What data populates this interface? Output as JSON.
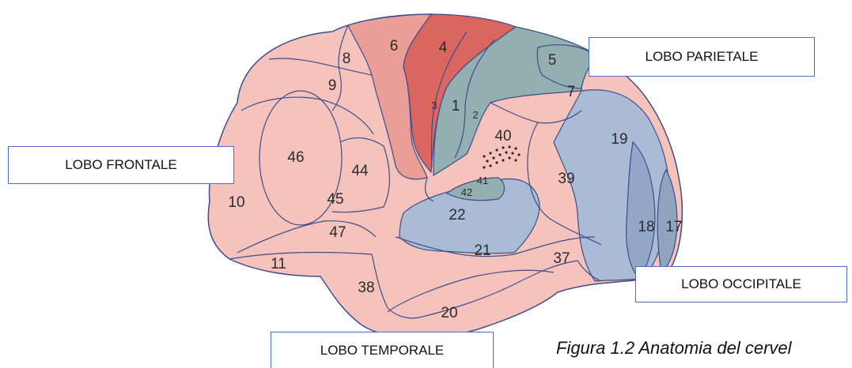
{
  "labels": {
    "frontal": "LOBO FRONTALE",
    "parietal": "LOBO PARIETALE",
    "occipital": "LOBO OCCIPITALE",
    "temporal": "LOBO TEMPORALE"
  },
  "caption": "Figura 1.2 Anatomia del cervel",
  "areas": [
    "1",
    "2",
    "3",
    "4",
    "5",
    "6",
    "7",
    "8",
    "9",
    "10",
    "11",
    "17",
    "18",
    "19",
    "20",
    "21",
    "22",
    "37",
    "38",
    "39",
    "40",
    "41",
    "42",
    "44",
    "45",
    "46",
    "47"
  ],
  "colors": {
    "cortex": "#f6c3bc",
    "motor_area": "#d9675f",
    "premotor_area": "#eb9e98",
    "sensory_area": "#93afb2",
    "association_area": "#aabbd6",
    "outline": "#3d4d8c",
    "label_border": "#4a6fc0"
  }
}
